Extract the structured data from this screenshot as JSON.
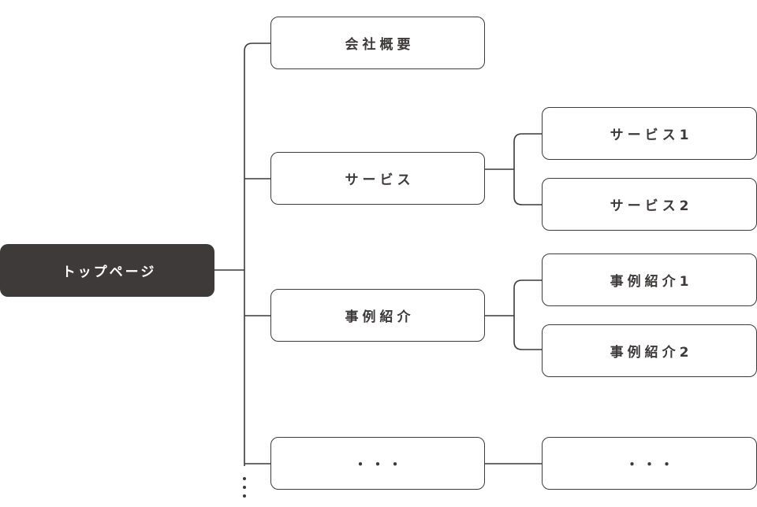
{
  "root": {
    "label": "トップページ"
  },
  "level1": [
    {
      "label": "会社概要"
    },
    {
      "label": "サービス"
    },
    {
      "label": "事例紹介"
    },
    {
      "label": "・・・"
    }
  ],
  "level2": [
    {
      "label": "サービス1"
    },
    {
      "label": "サービス2"
    },
    {
      "label": "事例紹介1"
    },
    {
      "label": "事例紹介2"
    },
    {
      "label": "・・・"
    }
  ],
  "colors": {
    "root_fill": "#3d3a39",
    "stroke": "#3d3a39",
    "node_fill": "#ffffff"
  }
}
